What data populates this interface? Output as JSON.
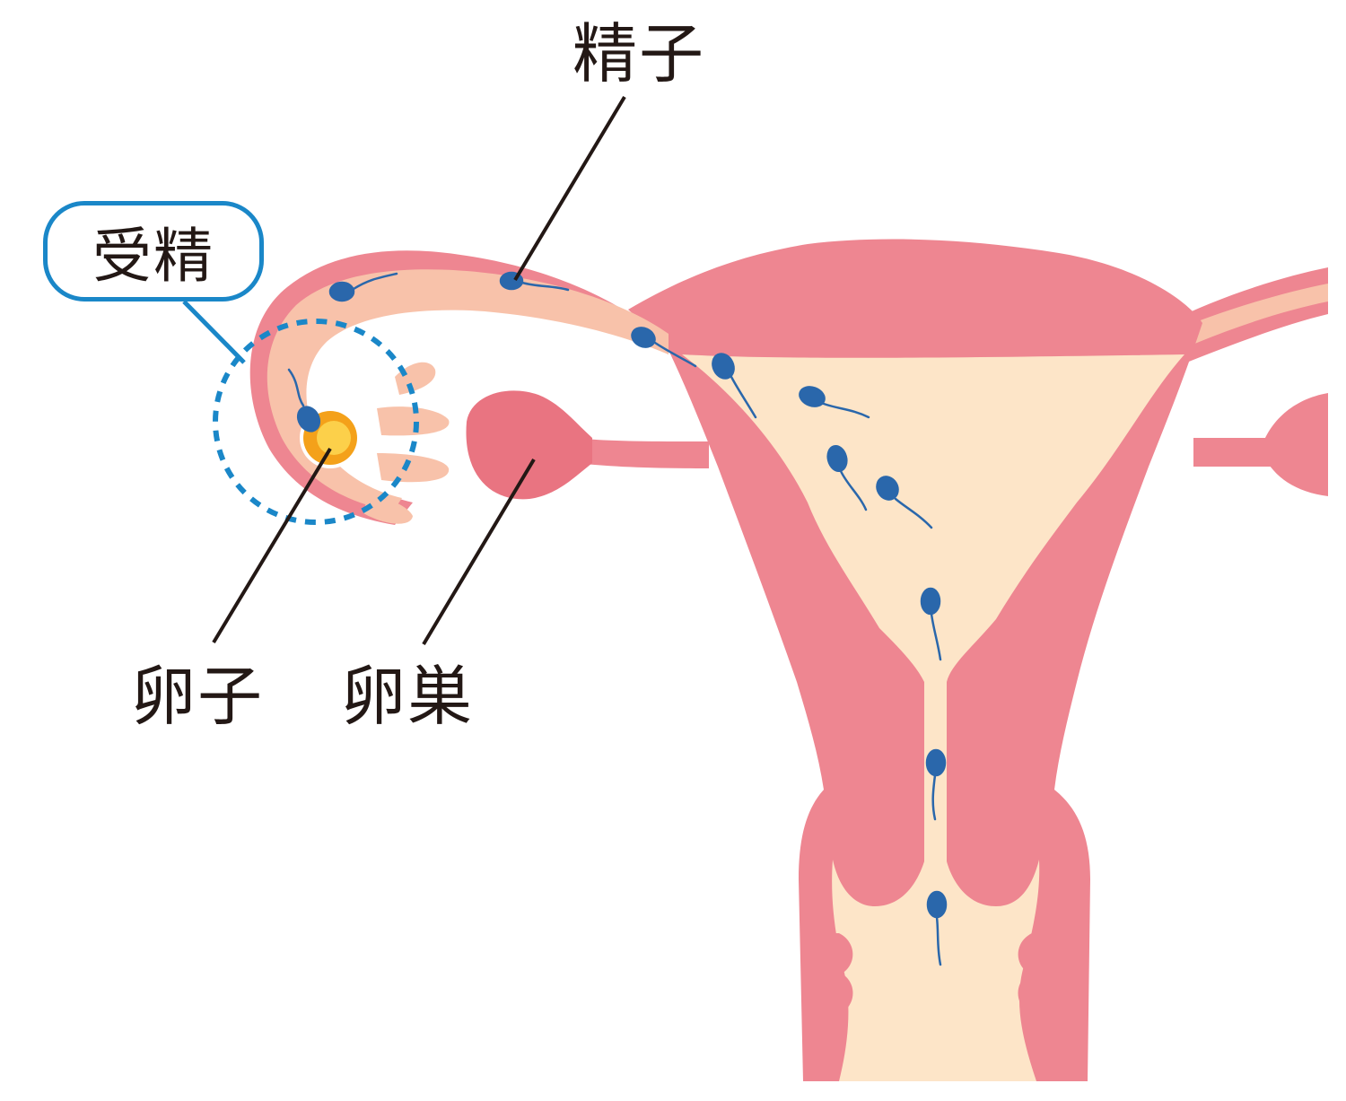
{
  "labels": {
    "fertilization": "受精",
    "sperm": "精子",
    "egg": "卵子",
    "ovary": "卵巣"
  },
  "colors": {
    "uterus_wall": "#ee8691",
    "uterus_inner": "#fde5c8",
    "tube_lumen": "#f8c2aa",
    "ovary": "#e97481",
    "sperm": "#2a67ab",
    "egg_outer": "#f4a11a",
    "egg_inner": "#fcd04a",
    "highlight": "#1a87c8",
    "leader_line": "#231815"
  }
}
